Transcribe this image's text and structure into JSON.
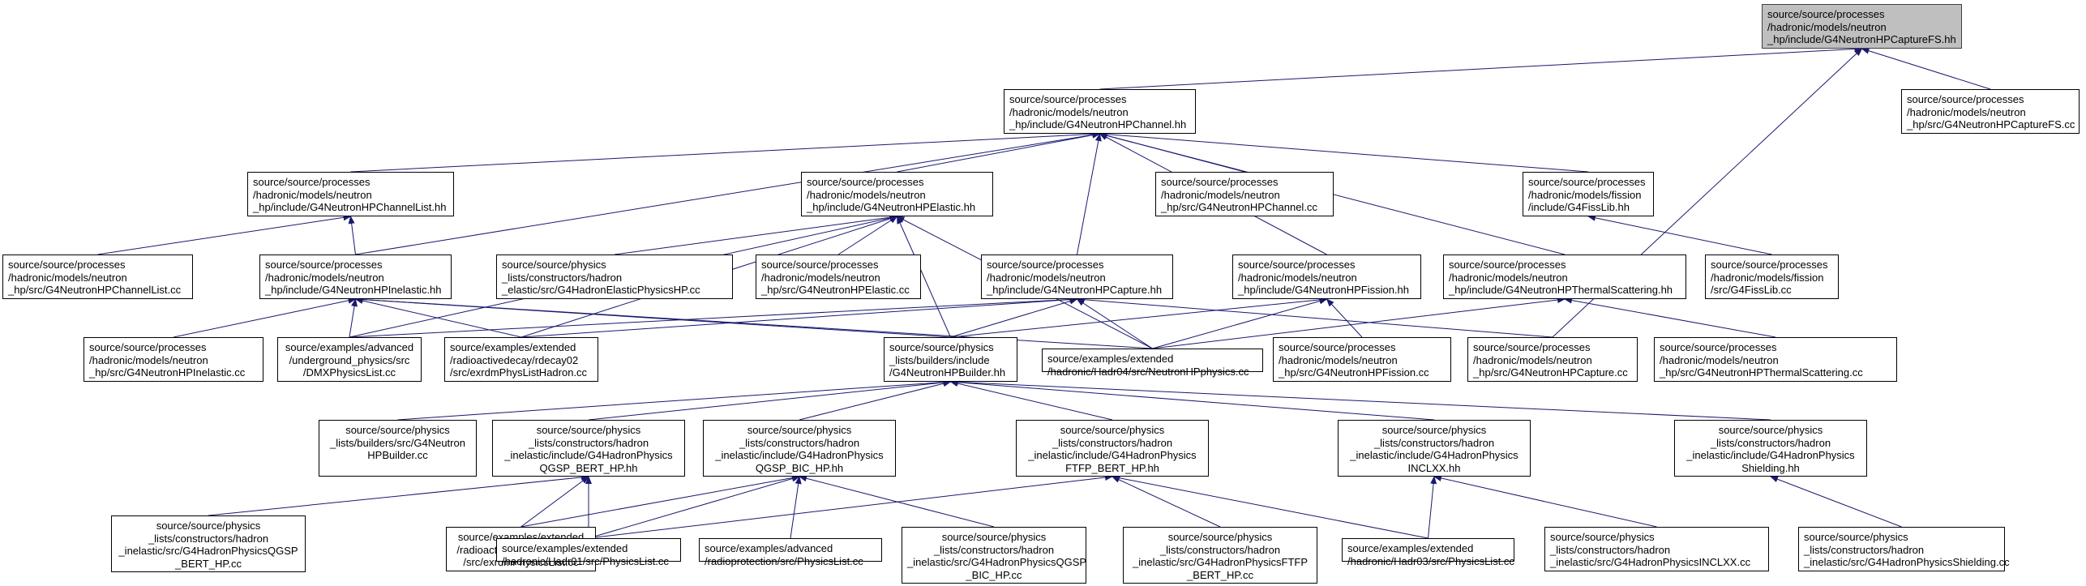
{
  "colors": {
    "edge": "#191970",
    "node_border": "#000000",
    "root_fill": "#bfbfbf",
    "node_fill": "#ffffff"
  },
  "nodes": [
    {
      "id": "capturefs_hh",
      "root": true,
      "lines": [
        "source/source/processes",
        "/hadronic/models/neutron",
        "_hp/include/G4NeutronHPCaptureFS.hh"
      ]
    },
    {
      "id": "channel_hh",
      "lines": [
        "source/source/processes",
        "/hadronic/models/neutron",
        "_hp/include/G4NeutronHPChannel.hh"
      ]
    },
    {
      "id": "capturefs_cc",
      "lines": [
        "source/source/processes",
        "/hadronic/models/neutron",
        "_hp/src/G4NeutronHPCaptureFS.cc"
      ]
    },
    {
      "id": "channellist_hh",
      "lines": [
        "source/source/processes",
        "/hadronic/models/neutron",
        "_hp/include/G4NeutronHPChannelList.hh"
      ]
    },
    {
      "id": "elastic_hh",
      "lines": [
        "source/source/processes",
        "/hadronic/models/neutron",
        "_hp/include/G4NeutronHPElastic.hh"
      ]
    },
    {
      "id": "channel_cc",
      "lines": [
        "source/source/processes",
        "/hadronic/models/neutron",
        "_hp/src/G4NeutronHPChannel.cc"
      ]
    },
    {
      "id": "fisslib_hh",
      "lines": [
        "source/source/processes",
        "/hadronic/models/fission",
        "/include/G4FissLib.hh"
      ]
    },
    {
      "id": "channellist_cc",
      "lines": [
        "source/source/processes",
        "/hadronic/models/neutron",
        "_hp/src/G4NeutronHPChannelList.cc"
      ]
    },
    {
      "id": "inelastic_hh",
      "lines": [
        "source/source/processes",
        "/hadronic/models/neutron",
        "_hp/include/G4NeutronHPInelastic.hh"
      ]
    },
    {
      "id": "hadronelastic_cc",
      "lines": [
        "source/source/physics",
        "_lists/constructors/hadron",
        "_elastic/src/G4HadronElasticPhysicsHP.cc"
      ]
    },
    {
      "id": "elastic_cc",
      "lines": [
        "source/source/processes",
        "/hadronic/models/neutron",
        "_hp/src/G4NeutronHPElastic.cc"
      ]
    },
    {
      "id": "capture_hh",
      "lines": [
        "source/source/processes",
        "/hadronic/models/neutron",
        "_hp/include/G4NeutronHPCapture.hh"
      ]
    },
    {
      "id": "fission_hh",
      "lines": [
        "source/source/processes",
        "/hadronic/models/neutron",
        "_hp/include/G4NeutronHPFission.hh"
      ]
    },
    {
      "id": "thermal_hh",
      "lines": [
        "source/source/processes",
        "/hadronic/models/neutron",
        "_hp/include/G4NeutronHPThermalScattering.hh"
      ]
    },
    {
      "id": "fisslib_cc",
      "lines": [
        "source/source/processes",
        "/hadronic/models/fission",
        "/src/G4FissLib.cc"
      ]
    },
    {
      "id": "inelastic_cc",
      "lines": [
        "source/source/processes",
        "/hadronic/models/neutron",
        "_hp/src/G4NeutronHPInelastic.cc"
      ]
    },
    {
      "id": "dmx_cc",
      "center": true,
      "lines": [
        "source/examples/advanced",
        "/underground_physics/src",
        "/DMXPhysicsList.cc"
      ]
    },
    {
      "id": "rdecay_hadron_cc",
      "lines": [
        "source/examples/extended",
        "/radioactivedecay/rdecay02",
        "/src/exrdmPhysListHadron.cc"
      ]
    },
    {
      "id": "builder_hh",
      "lines": [
        "source/source/physics",
        "_lists/builders/include",
        "/G4NeutronHPBuilder.hh"
      ]
    },
    {
      "id": "hadr04_cc",
      "lines": [
        "source/examples/extended",
        "/hadronic/Hadr04/src/NeutronHPphysics.cc"
      ]
    },
    {
      "id": "fission_cc",
      "lines": [
        "source/source/processes",
        "/hadronic/models/neutron",
        "_hp/src/G4NeutronHPFission.cc"
      ]
    },
    {
      "id": "capture_cc",
      "lines": [
        "source/source/processes",
        "/hadronic/models/neutron",
        "_hp/src/G4NeutronHPCapture.cc"
      ]
    },
    {
      "id": "thermal_cc",
      "lines": [
        "source/source/processes",
        "/hadronic/models/neutron",
        "_hp/src/G4NeutronHPThermalScattering.cc"
      ]
    },
    {
      "id": "builder_cc",
      "center": true,
      "lines": [
        "source/source/physics",
        "_lists/builders/src/G4Neutron",
        "HPBuilder.cc"
      ]
    },
    {
      "id": "qgsp_bert_hh",
      "center": true,
      "lines": [
        "source/source/physics",
        "_lists/constructors/hadron",
        "_inelastic/include/G4HadronPhysics",
        "QGSP_BERT_HP.hh"
      ]
    },
    {
      "id": "qgsp_bic_hh",
      "center": true,
      "lines": [
        "source/source/physics",
        "_lists/constructors/hadron",
        "_inelastic/include/G4HadronPhysics",
        "QGSP_BIC_HP.hh"
      ]
    },
    {
      "id": "ftfp_bert_hh",
      "center": true,
      "lines": [
        "source/source/physics",
        "_lists/constructors/hadron",
        "_inelastic/include/G4HadronPhysics",
        "FTFP_BERT_HP.hh"
      ]
    },
    {
      "id": "inclxx_hh",
      "center": true,
      "lines": [
        "source/source/physics",
        "_lists/constructors/hadron",
        "_inelastic/include/G4HadronPhysics",
        "INCLXX.hh"
      ]
    },
    {
      "id": "shielding_hh",
      "center": true,
      "lines": [
        "source/source/physics",
        "_lists/constructors/hadron",
        "_inelastic/include/G4HadronPhysics",
        "Shielding.hh"
      ]
    },
    {
      "id": "qgsp_bert_cc",
      "center": true,
      "lines": [
        "source/source/physics",
        "_lists/constructors/hadron",
        "_inelastic/src/G4HadronPhysicsQGSP",
        "_BERT_HP.cc"
      ]
    },
    {
      "id": "rdecay_phys_cc",
      "center": true,
      "lines": [
        "source/examples/extended",
        "/radioactivedecay/rdecay02",
        "/src/exrdmPhysicsList.cc"
      ]
    },
    {
      "id": "hadr01_cc",
      "lines": [
        "source/examples/extended",
        "/hadronic/Hadr01/src/PhysicsList.cc"
      ]
    },
    {
      "id": "radioprot_cc",
      "lines": [
        "source/examples/advanced",
        "/radioprotection/src/PhysicsList.cc"
      ]
    },
    {
      "id": "qgsp_bic_cc",
      "center": true,
      "lines": [
        "source/source/physics",
        "_lists/constructors/hadron",
        "_inelastic/src/G4HadronPhysicsQGSP",
        "_BIC_HP.cc"
      ]
    },
    {
      "id": "ftfp_bert_cc",
      "center": true,
      "lines": [
        "source/source/physics",
        "_lists/constructors/hadron",
        "_inelastic/src/G4HadronPhysicsFTFP",
        "_BERT_HP.cc"
      ]
    },
    {
      "id": "hadr03_cc",
      "lines": [
        "source/examples/extended",
        "/hadronic/Hadr03/src/PhysicsList.cc"
      ]
    },
    {
      "id": "inclxx_cc",
      "lines": [
        "source/source/physics",
        "_lists/constructors/hadron",
        "_inelastic/src/G4HadronPhysicsINCLXX.cc"
      ]
    },
    {
      "id": "shielding_cc",
      "lines": [
        "source/source/physics",
        "_lists/constructors/hadron",
        "_inelastic/src/G4HadronPhysicsShielding.cc"
      ]
    }
  ],
  "edges": [
    [
      "channel_hh",
      "capturefs_hh"
    ],
    [
      "capturefs_cc",
      "capturefs_hh"
    ],
    [
      "capture_cc",
      "capturefs_hh"
    ],
    [
      "channellist_hh",
      "channel_hh"
    ],
    [
      "elastic_hh",
      "channel_hh"
    ],
    [
      "channel_cc",
      "channel_hh"
    ],
    [
      "fisslib_hh",
      "channel_hh"
    ],
    [
      "inelastic_hh",
      "channel_hh"
    ],
    [
      "capture_hh",
      "channel_hh"
    ],
    [
      "fission_hh",
      "channel_hh"
    ],
    [
      "thermal_hh",
      "channel_hh"
    ],
    [
      "channellist_cc",
      "channellist_hh"
    ],
    [
      "inelastic_hh",
      "channellist_hh"
    ],
    [
      "dmx_cc",
      "elastic_hh"
    ],
    [
      "rdecay_hadron_cc",
      "elastic_hh"
    ],
    [
      "hadronelastic_cc",
      "elastic_hh"
    ],
    [
      "elastic_cc",
      "elastic_hh"
    ],
    [
      "builder_hh",
      "elastic_hh"
    ],
    [
      "hadr04_cc",
      "elastic_hh"
    ],
    [
      "fisslib_cc",
      "fisslib_hh"
    ],
    [
      "inelastic_cc",
      "inelastic_hh"
    ],
    [
      "dmx_cc",
      "inelastic_hh"
    ],
    [
      "rdecay_hadron_cc",
      "inelastic_hh"
    ],
    [
      "builder_hh",
      "inelastic_hh"
    ],
    [
      "hadr04_cc",
      "inelastic_hh"
    ],
    [
      "dmx_cc",
      "capture_hh"
    ],
    [
      "rdecay_hadron_cc",
      "capture_hh"
    ],
    [
      "builder_hh",
      "capture_hh"
    ],
    [
      "hadr04_cc",
      "capture_hh"
    ],
    [
      "capture_cc",
      "capture_hh"
    ],
    [
      "builder_hh",
      "fission_hh"
    ],
    [
      "hadr04_cc",
      "fission_hh"
    ],
    [
      "fission_cc",
      "fission_hh"
    ],
    [
      "hadr04_cc",
      "thermal_hh"
    ],
    [
      "thermal_cc",
      "thermal_hh"
    ],
    [
      "builder_cc",
      "builder_hh"
    ],
    [
      "qgsp_bert_hh",
      "builder_hh"
    ],
    [
      "qgsp_bic_hh",
      "builder_hh"
    ],
    [
      "ftfp_bert_hh",
      "builder_hh"
    ],
    [
      "inclxx_hh",
      "builder_hh"
    ],
    [
      "shielding_hh",
      "builder_hh"
    ],
    [
      "qgsp_bert_cc",
      "qgsp_bert_hh"
    ],
    [
      "rdecay_phys_cc",
      "qgsp_bert_hh"
    ],
    [
      "hadr01_cc",
      "qgsp_bert_hh"
    ],
    [
      "rdecay_phys_cc",
      "qgsp_bic_hh"
    ],
    [
      "hadr01_cc",
      "qgsp_bic_hh"
    ],
    [
      "radioprot_cc",
      "qgsp_bic_hh"
    ],
    [
      "qgsp_bic_cc",
      "qgsp_bic_hh"
    ],
    [
      "hadr01_cc",
      "ftfp_bert_hh"
    ],
    [
      "ftfp_bert_cc",
      "ftfp_bert_hh"
    ],
    [
      "hadr03_cc",
      "ftfp_bert_hh"
    ],
    [
      "hadr03_cc",
      "inclxx_hh"
    ],
    [
      "inclxx_cc",
      "inclxx_hh"
    ],
    [
      "shielding_cc",
      "shielding_hh"
    ]
  ]
}
